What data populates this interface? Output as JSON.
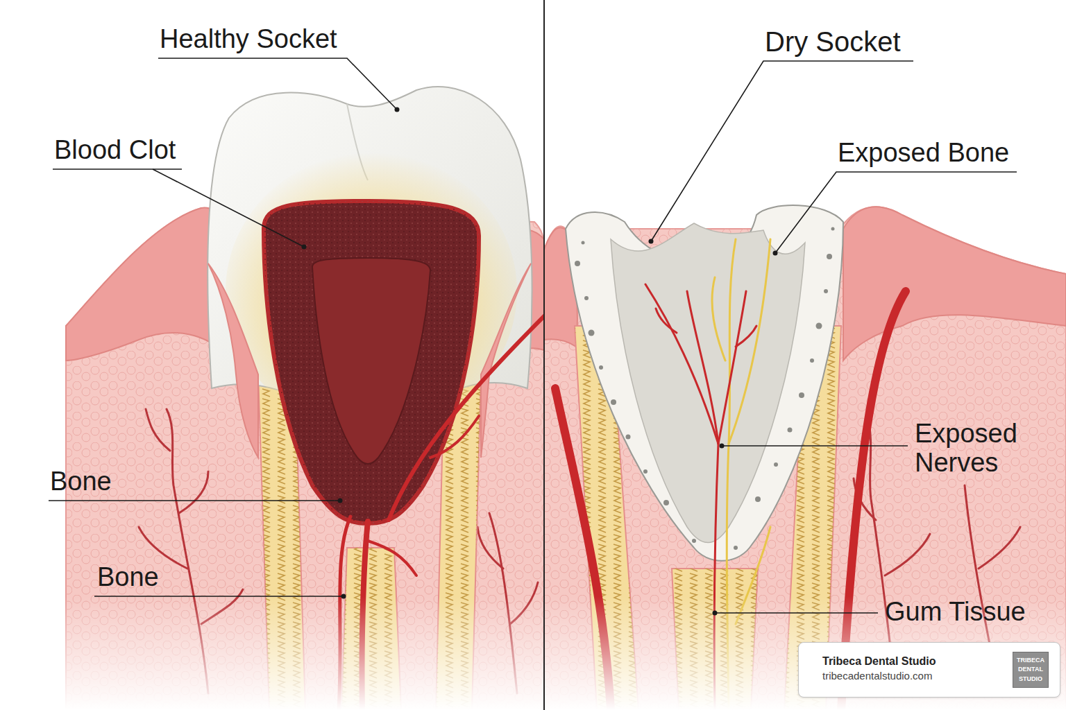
{
  "diagram": {
    "nodes": [
      {
        "text": [
          "Tribeca Dental Studio",
          "tribecadentalstudio.com"
        ]
      },
      {
        "text": [
          "TRIBECA DENTAL STUDIO"
        ],
        "in": 0
      }
    ],
    "labels": [
      "Healthy Socket",
      "Blood Clot",
      "Bone",
      "Bone",
      "Dry Socket",
      "Exposed Bone",
      "Exposed Nerves",
      "Gum Tissue"
    ]
  }
}
